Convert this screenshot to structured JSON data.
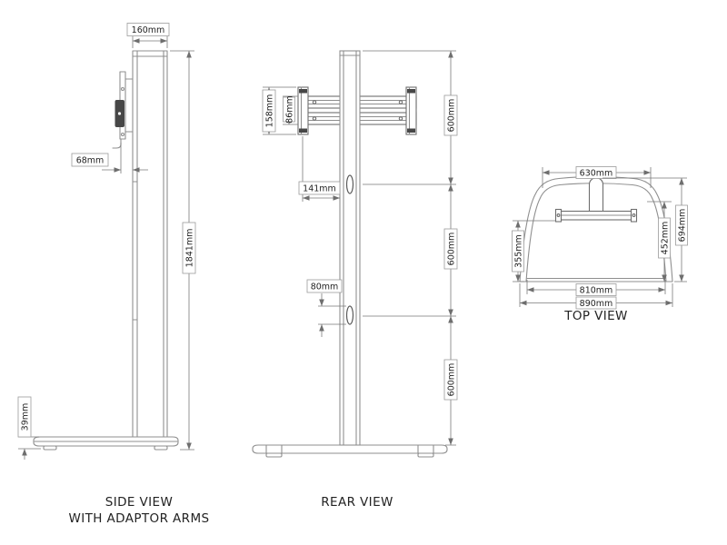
{
  "drawing": {
    "object_line_color": "#8f8f8f",
    "dimension_line_color": "#7a7a7a",
    "text_color": "#1f1f1f"
  },
  "side_view": {
    "label_line1": "SIDE VIEW",
    "label_line2": "WITH ADAPTOR ARMS",
    "dims": {
      "column_width": "160mm",
      "arm_offset": "68mm",
      "total_height": "1841mm",
      "base_height": "39mm"
    }
  },
  "rear_view": {
    "label": "REAR VIEW",
    "dims": {
      "bracket_height": "158mm",
      "rail_gap": "86mm",
      "slot_offset": "141mm",
      "slot_length": "80mm",
      "segments": [
        "600mm",
        "600mm",
        "600mm"
      ]
    }
  },
  "top_view": {
    "label": "TOP VIEW",
    "dims": {
      "top_width": "630mm",
      "front_depth": "355mm",
      "inner_depth": "452mm",
      "total_depth": "694mm",
      "inner_width": "810mm",
      "total_width": "890mm"
    }
  }
}
